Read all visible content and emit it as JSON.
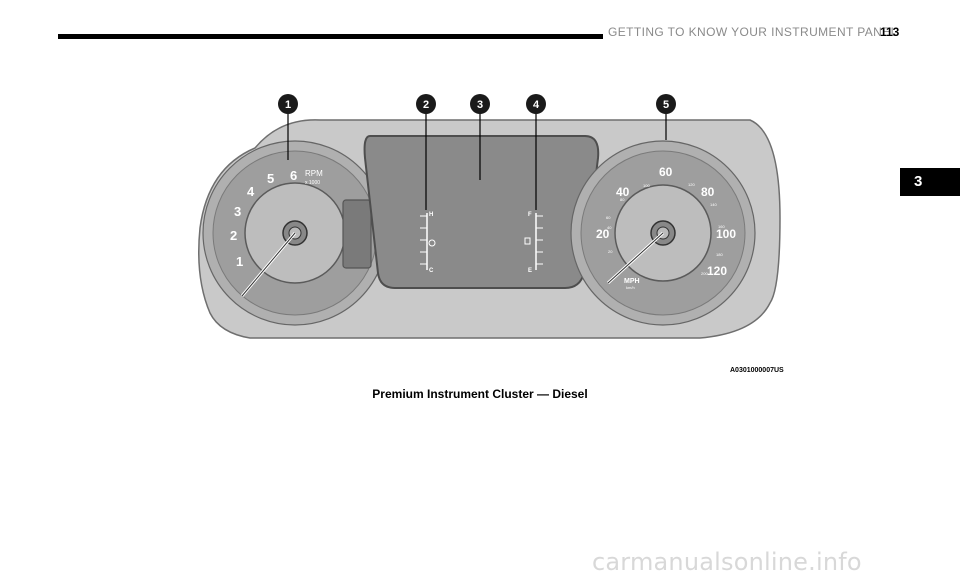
{
  "header": {
    "title": "GETTING TO KNOW YOUR INSTRUMENT PANEL",
    "page_number": "113"
  },
  "chapter_tab": "3",
  "figure": {
    "callouts": [
      "1",
      "2",
      "3",
      "4",
      "5"
    ],
    "image_code": "A0301000007US",
    "tachometer": {
      "numbers": [
        "1",
        "2",
        "3",
        "4",
        "5",
        "6"
      ],
      "unit": "RPM",
      "multiplier": "x 1000"
    },
    "temp_gauge": {
      "hot": "H",
      "cold": "C"
    },
    "fuel_gauge": {
      "full": "F",
      "empty": "E"
    },
    "speedometer": {
      "mph_numbers": [
        "20",
        "40",
        "60",
        "80",
        "100",
        "120"
      ],
      "kmh_numbers": [
        "20",
        "40",
        "60",
        "80",
        "100",
        "120",
        "140",
        "160",
        "180",
        "200"
      ],
      "unit_primary": "MPH",
      "unit_secondary": "km/h"
    }
  },
  "caption": "Premium Instrument Cluster — Diesel",
  "watermark": "carmanualsonline.info"
}
